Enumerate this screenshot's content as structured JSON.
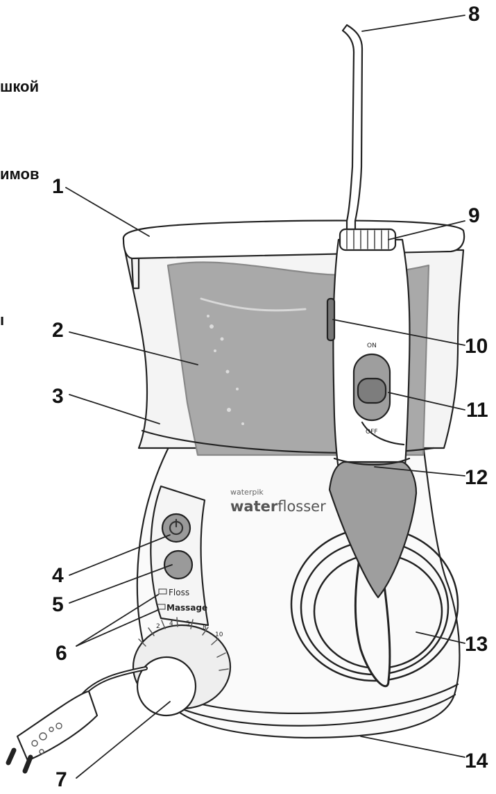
{
  "cut_labels": [
    "шкой",
    "имов",
    "ı"
  ],
  "callouts": [
    "1",
    "2",
    "3",
    "4",
    "5",
    "6",
    "7",
    "8",
    "9",
    "10",
    "11",
    "12",
    "13",
    "14"
  ],
  "handle": {
    "on_label": "ON",
    "off_label": "OFF"
  },
  "brand": {
    "line1": "waterpik",
    "line2_bold": "water",
    "line2_rest": "flosser"
  },
  "modes": {
    "floss": "Floss",
    "massage": "Massage"
  },
  "dial_scale": [
    "2",
    "4",
    "5",
    "8",
    "10"
  ],
  "colors": {
    "water": "#a9a9a9",
    "handle_base": "#9e9e9e",
    "outline": "#222222"
  }
}
